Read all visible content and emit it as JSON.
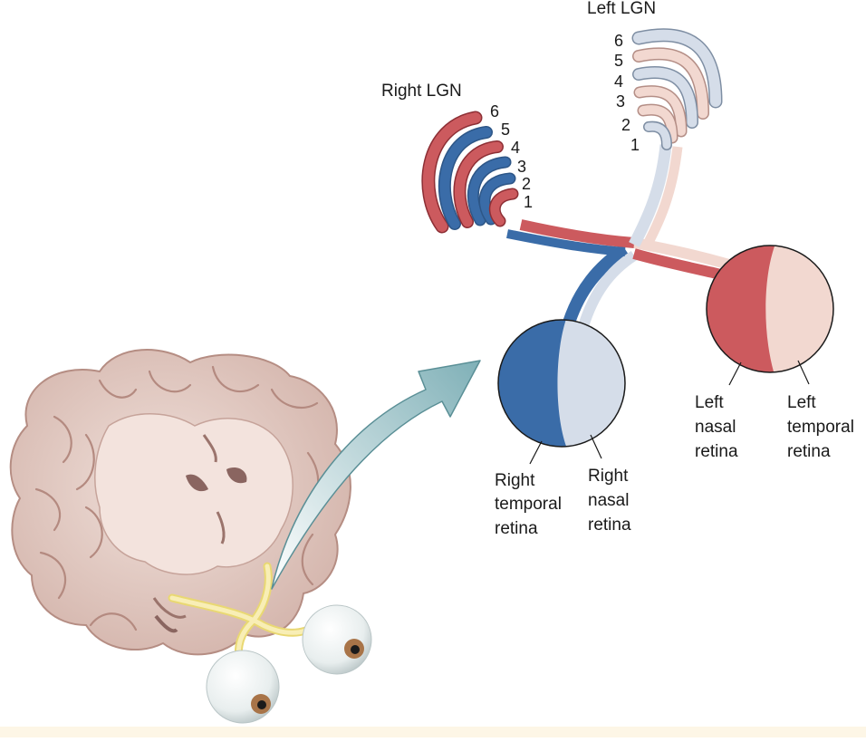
{
  "labels": {
    "left_lgn": "Left LGN",
    "right_lgn": "Right LGN",
    "right_temporal_retina": [
      "Right",
      "temporal",
      "retina"
    ],
    "right_nasal_retina": [
      "Right",
      "nasal",
      "retina"
    ],
    "left_nasal_retina": [
      "Left",
      "nasal",
      "retina"
    ],
    "left_temporal_retina": [
      "Left",
      "temporal",
      "retina"
    ]
  },
  "lgn_layers": [
    "6",
    "5",
    "4",
    "3",
    "2",
    "1"
  ],
  "colors": {
    "right_eye_dark": "#3a6ca8",
    "right_eye_light": "#d5dde9",
    "left_eye_dark": "#cc5a5e",
    "left_eye_light": "#f2d8d0",
    "optic_nerve": "#f3e69a",
    "brain": "#e6cfc6",
    "arrow": "#a9c7cc",
    "bottom_strip": "#fdf6e6"
  }
}
